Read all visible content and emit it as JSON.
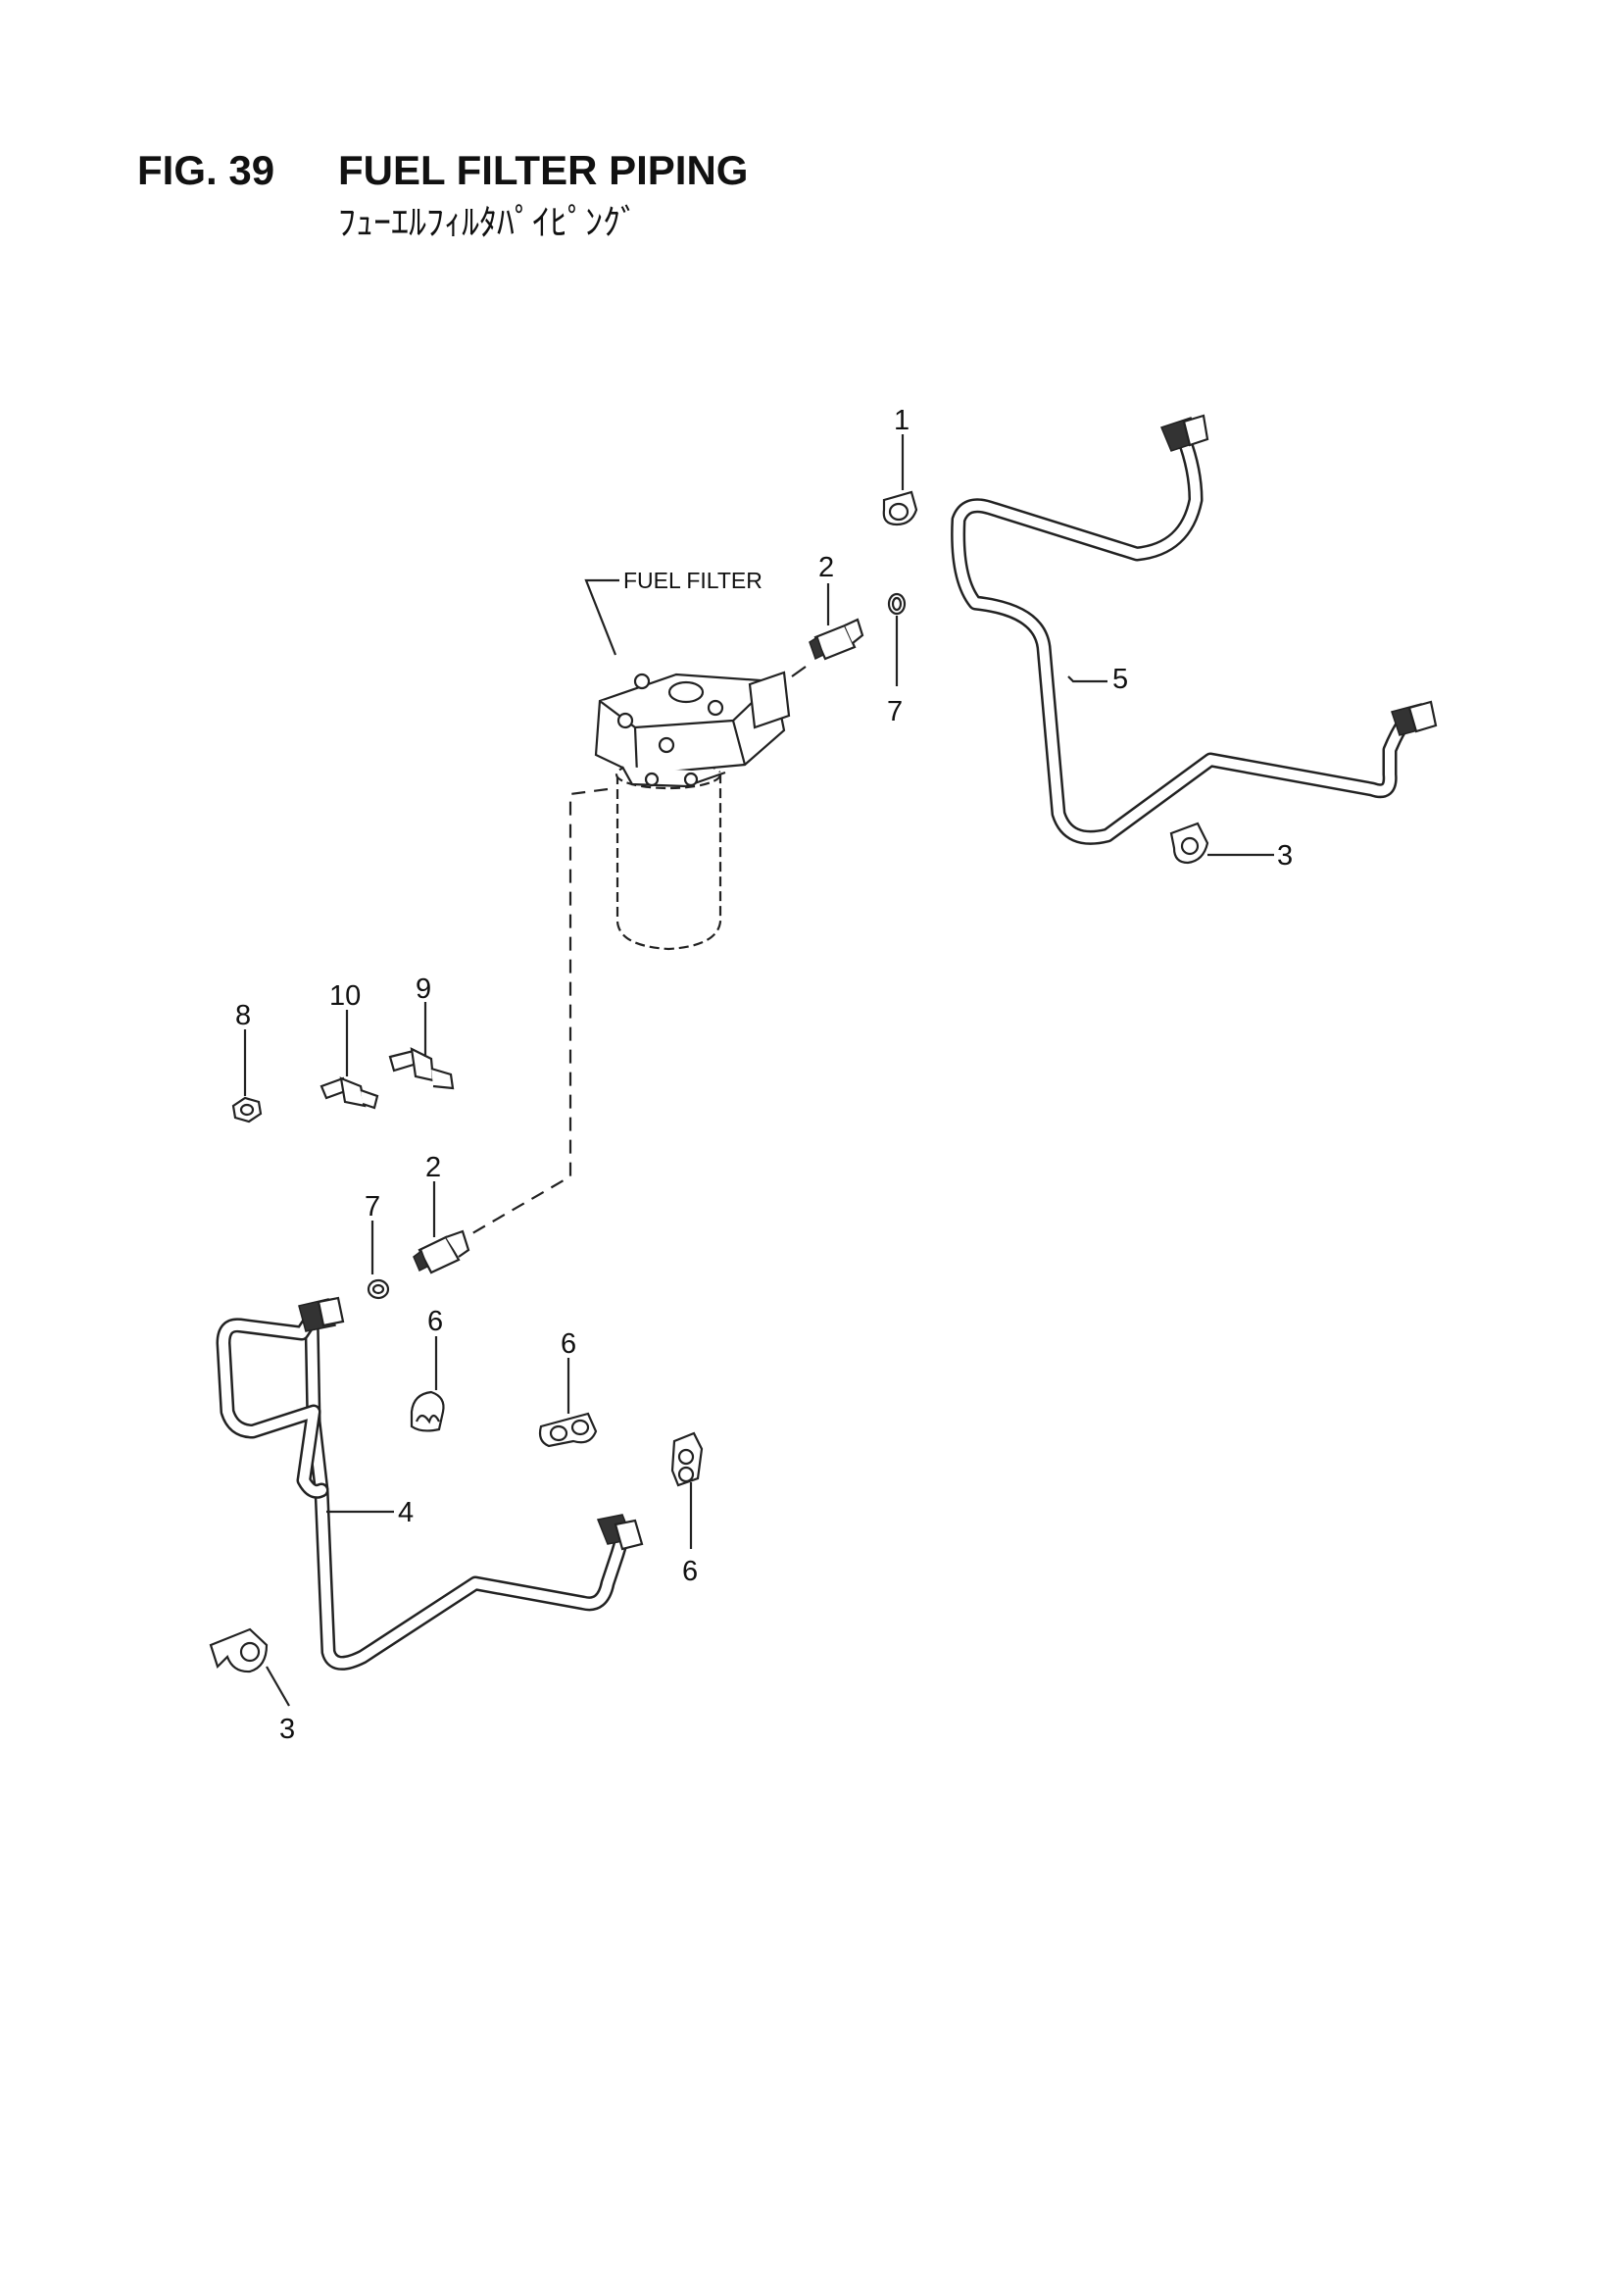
{
  "header": {
    "figure_number": "FIG. 39",
    "title": "FUEL FILTER PIPING",
    "subtitle": "ﾌｭｰｴﾙﾌｨﾙﾀﾊﾟｲﾋﾟﾝｸﾞ"
  },
  "annotations": {
    "fuel_filter": "FUEL FILTER"
  },
  "callouts": {
    "c1": "1",
    "c2a": "2",
    "c7a": "7",
    "c5": "5",
    "c3a": "3",
    "c8": "8",
    "c10": "10",
    "c9": "9",
    "c2b": "2",
    "c7b": "7",
    "c6a": "6",
    "c6b": "6",
    "c6c": "6",
    "c4": "4",
    "c3b": "3"
  }
}
